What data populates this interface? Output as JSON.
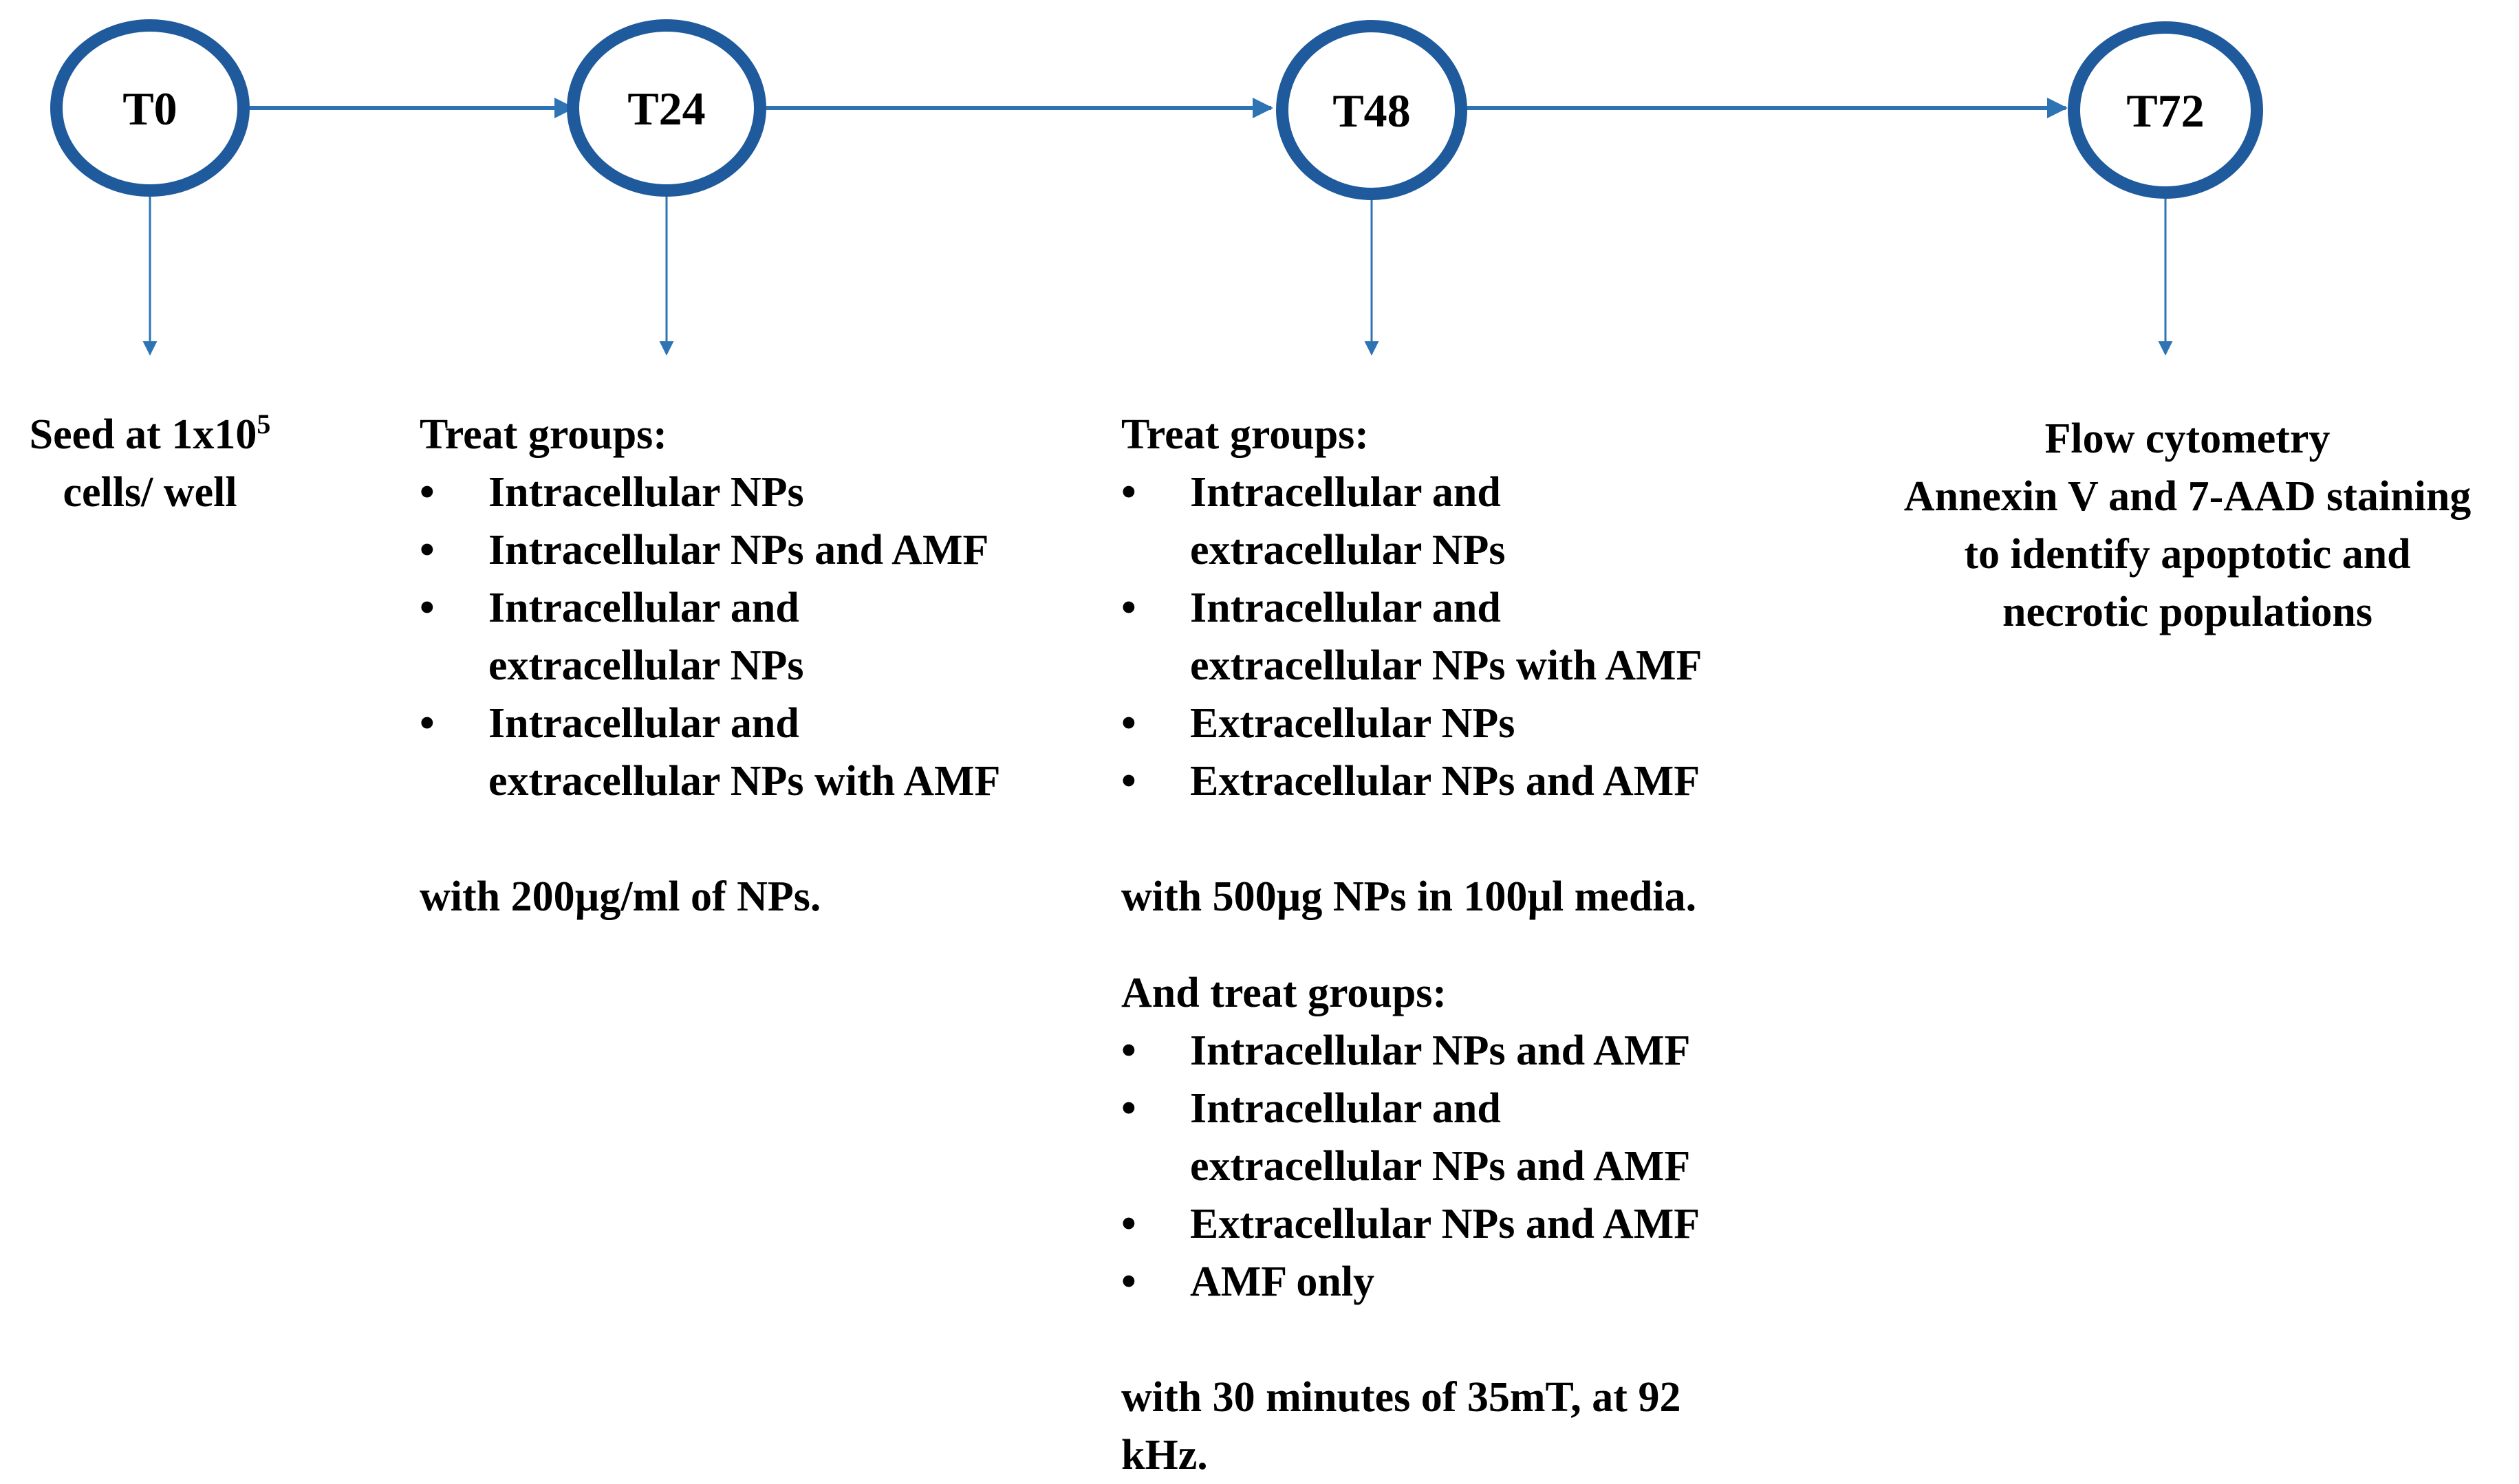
{
  "colors": {
    "node_stroke": "#1f5a9c",
    "arrow": "#2e74b5",
    "text": "#000000"
  },
  "timeline": {
    "nodes": [
      {
        "label": "T0"
      },
      {
        "label": "T24"
      },
      {
        "label": "T48"
      },
      {
        "label": "T72"
      }
    ]
  },
  "t0": {
    "line1_text": "Seed at 1x10",
    "line1_sup": "5",
    "line2": "cells/ well"
  },
  "t24": {
    "heading": "Treat groups:",
    "bullet": "•",
    "items": [
      {
        "line1": "Intracellular NPs"
      },
      {
        "line1": "Intracellular NPs and AMF"
      },
      {
        "line1": "Intracellular and",
        "line2": "extracellular NPs"
      },
      {
        "line1": "Intracellular and",
        "line2": "extracellular NPs with AMF"
      }
    ],
    "note": "with 200µg/ml of NPs."
  },
  "t48": {
    "heading": "Treat groups:",
    "bullet": "•",
    "items": [
      {
        "line1": "Intracellular and",
        "line2": "extracellular NPs"
      },
      {
        "line1": "Intracellular and",
        "line2": "extracellular NPs with AMF"
      },
      {
        "line1": "Extracellular NPs"
      },
      {
        "line1": "Extracellular NPs and AMF"
      }
    ],
    "note": "with 500µg NPs in 100µl media.",
    "heading2": "And treat groups:",
    "items2": [
      {
        "line1": "Intracellular NPs and AMF"
      },
      {
        "line1": "Intracellular and",
        "line2": "extracellular NPs and AMF"
      },
      {
        "line1": "Extracellular NPs and AMF"
      },
      {
        "line1": "AMF only"
      }
    ],
    "note2_line1": "with 30 minutes of 35mT, at 92",
    "note2_line2": "kHz."
  },
  "t72": {
    "lines": [
      "Flow cytometry",
      "Annexin V and 7-AAD staining",
      "to identify apoptotic and",
      "necrotic populations"
    ]
  }
}
